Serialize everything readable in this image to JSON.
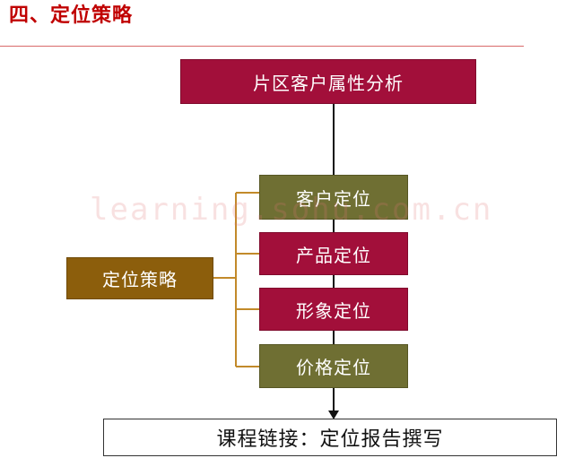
{
  "header": {
    "title": "四、定位策略"
  },
  "diagram": {
    "top_node": "片区客户属性分析",
    "branches": [
      "客户定位",
      "产品定位",
      "形象定位",
      "价格定位"
    ],
    "strategy_node": "定位策略",
    "bottom_link": "课程链接：定位报告撰写"
  },
  "watermark": "learning.sohu.com.cn",
  "colors": {
    "title": "#c00000",
    "crimson_box": "#a20f3a",
    "olive_box": "#6f6f33",
    "gold_box": "#8c5e0c",
    "bracket_line": "#c28a2a",
    "arrow_line": "#111111"
  }
}
